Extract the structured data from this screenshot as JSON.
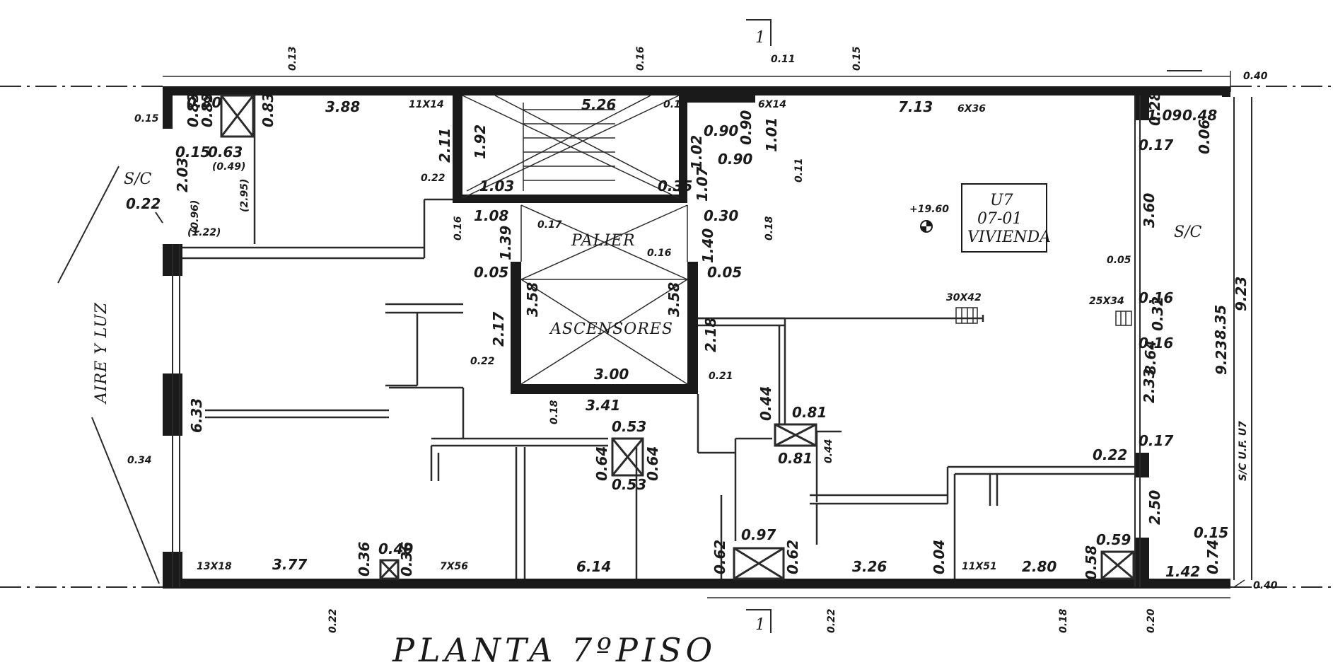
{
  "section_markers": [
    "1",
    "1"
  ],
  "title": "PLANTA 7ºPISO",
  "rooms": {
    "palier": "PALIER",
    "ascensores": "ASCENSORES"
  },
  "unit": {
    "code": "U7",
    "number": "07-01",
    "use": "VIVIENDA",
    "level": "+19.60"
  },
  "side_labels": {
    "aire_y_luz": "AIRE Y LUZ",
    "sc_left": "S/C",
    "sc_right": "S/C",
    "sc_ue": "S/C U.F. U7"
  },
  "dimensions": {
    "top_ext_013": "0.13",
    "top_ext_016": "0.16",
    "top_ext_011": "0.11",
    "top_ext_015": "0.15",
    "right_040_top": "0.40",
    "right_040_bottom": "0.40",
    "d_080": "0.80",
    "d_083a": "0.83",
    "d_083b": "0.83",
    "d_083c": "0.83",
    "d_015_left": "0.15",
    "d_015b": "0.15",
    "d_063": "0.63",
    "d_049": "(0.49)",
    "d_203": "2.03",
    "d_096": "(0.96)",
    "d_295": "(2.95)",
    "d_122": "(1.22)",
    "d_388": "3.88",
    "d_11x14": "11X14",
    "d_211": "2.11",
    "d_022_left": "0.22",
    "d_022_sc": "0.22",
    "d_526": "5.26",
    "d_192": "1.92",
    "d_103": "1.03",
    "d_035": "0.35",
    "d_011": "0.11",
    "d_090a": "0.90",
    "d_090b": "0.90",
    "d_090c": "0.90",
    "d_102": "1.02",
    "d_107": "1.07",
    "d_101": "1.01",
    "d_6x14": "6X14",
    "d_011v": "0.11",
    "d_713": "7.13",
    "d_6x36": "6X36",
    "d_016a": "0.16",
    "d_108": "1.08",
    "d_017": "0.17",
    "d_139": "1.39",
    "d_030": "0.30",
    "d_140": "1.40",
    "d_016b": "0.16",
    "d_018a": "0.18",
    "d_005a": "0.05",
    "d_005b": "0.05",
    "d_358a": "3.58",
    "d_358b": "3.58",
    "d_217": "2.17",
    "d_218": "2.18",
    "d_022_asc": "0.22",
    "d_300": "3.00",
    "d_021": "0.21",
    "d_341": "3.41",
    "d_018b": "0.18",
    "d_053a": "0.53",
    "d_053b": "0.53",
    "d_064a": "0.64",
    "d_064b": "0.64",
    "d_044a": "0.44",
    "d_044b": "0.44",
    "d_081a": "0.81",
    "d_081b": "0.81",
    "d_633": "6.33",
    "d_034": "0.34",
    "d_30x42": "30X42",
    "d_25x34": "25X34",
    "d_028": "0.28",
    "d_109": "1.09",
    "d_048": "0.48",
    "d_006": "0.06",
    "d_017r": "0.17",
    "d_360": "3.60",
    "d_005r": "0.05",
    "d_016r1": "0.16",
    "d_032": "0.32",
    "d_016r2": "0.16",
    "d_864": "8.64",
    "d_233": "2.33",
    "d_017r2": "0.17",
    "d_022r": "0.22",
    "d_250": "2.50",
    "d_835": "8.35",
    "d_923a": "9.23",
    "d_923b": "9.23",
    "d_015r": "0.15",
    "d_074": "0.74",
    "d_142": "1.42",
    "d_13x18": "13X18",
    "d_377": "3.77",
    "d_036a": "0.36",
    "d_040": "0.40",
    "d_036b": "0.36",
    "d_7x56": "7X56",
    "d_614": "6.14",
    "d_062a": "0.62",
    "d_097": "0.97",
    "d_062b": "0.62",
    "d_326": "3.26",
    "d_004": "0.04",
    "d_11x51": "11X51",
    "d_280": "2.80",
    "d_059": "0.59",
    "d_058": "0.58",
    "bot_022a": "0.22",
    "bot_022b": "0.22",
    "bot_018": "0.18",
    "bot_020": "0.20"
  }
}
